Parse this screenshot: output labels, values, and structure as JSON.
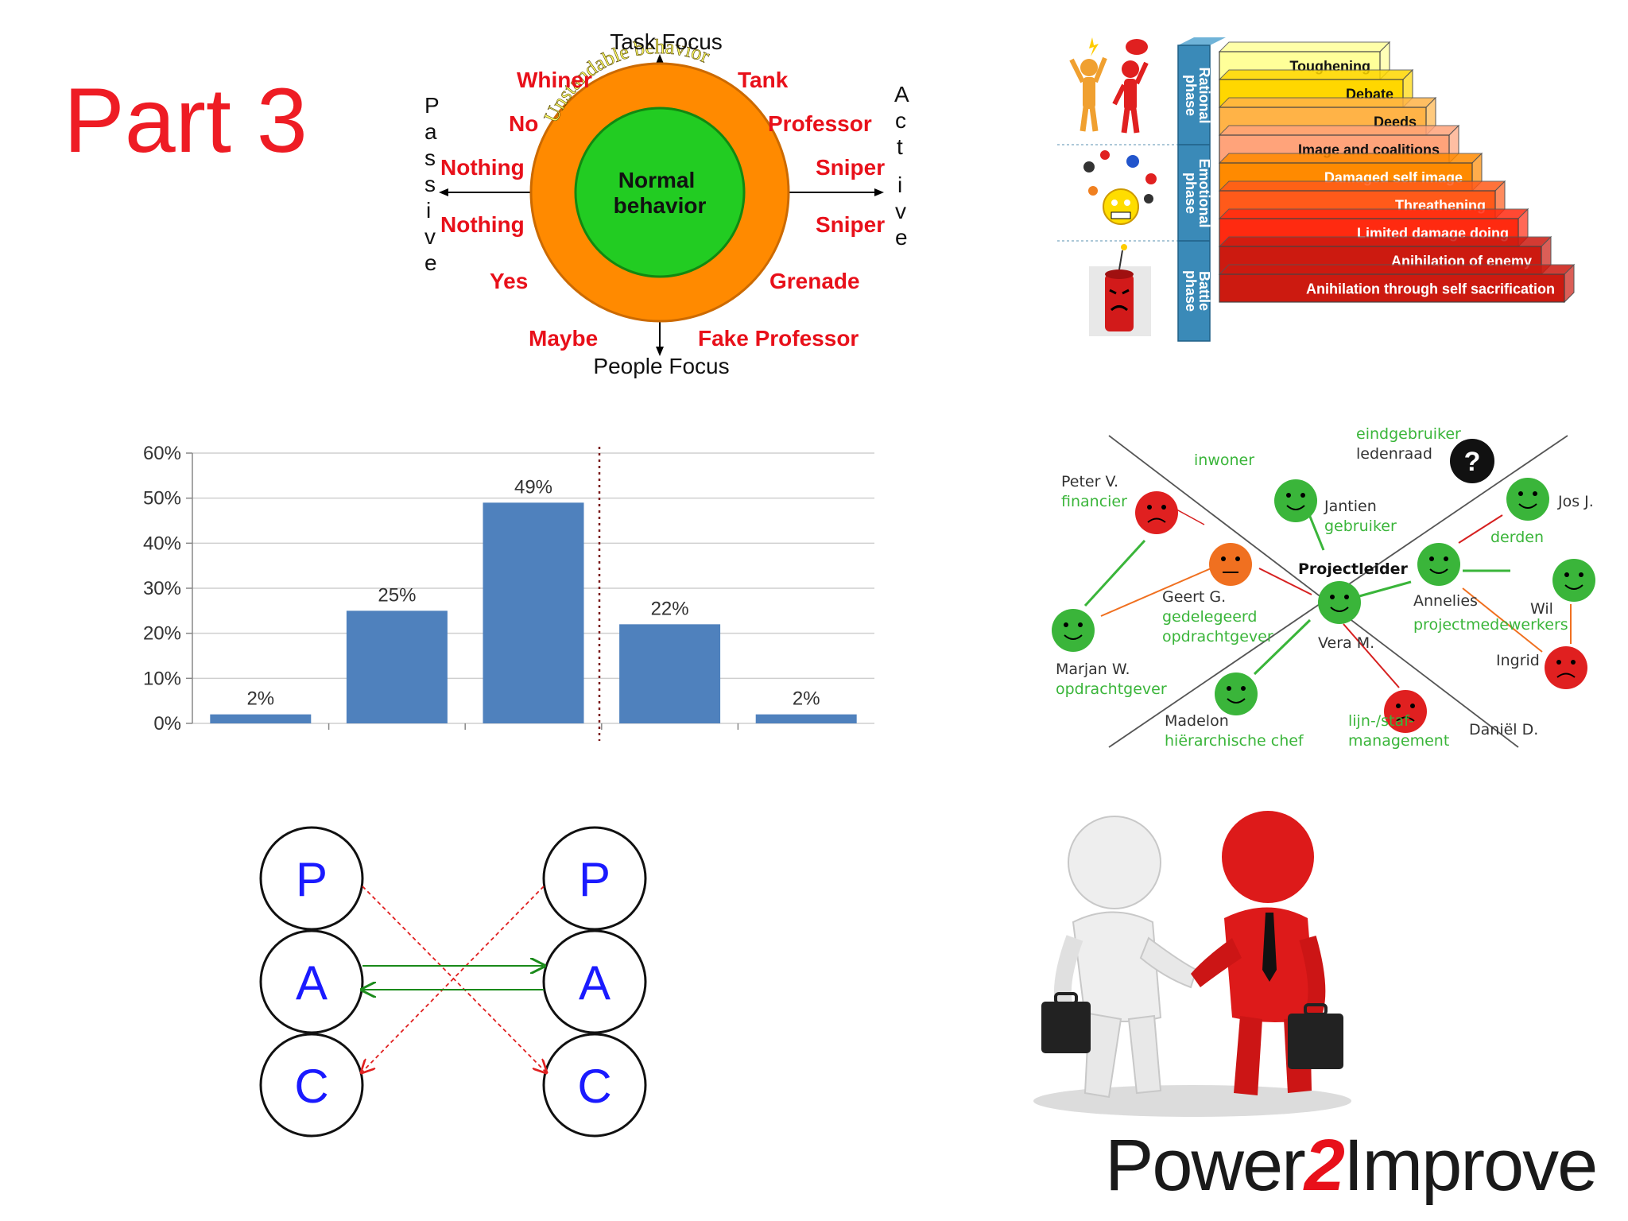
{
  "slide_title": "Part 3",
  "behavior_diagram": {
    "top_axis": "Task Focus",
    "bottom_axis": "People Focus",
    "left_axis": "Passive",
    "right_axis": "Active",
    "outer_ring": "Unstandable behavior",
    "inner_circle_line1": "Normal",
    "inner_circle_line2": "behavior",
    "labels": {
      "whiner": "Whiner",
      "tank": "Tank",
      "no": "No",
      "professor": "Professor",
      "nothing_1": "Nothing",
      "sniper_1": "Sniper",
      "nothing_2": "Nothing",
      "sniper_2": "Sniper",
      "yes": "Yes",
      "grenade": "Grenade",
      "maybe": "Maybe",
      "fake_professor": "Fake Professor"
    }
  },
  "escalation_staircase": {
    "phases": [
      "Rational phase",
      "Emotional phase",
      "Battle phase"
    ],
    "steps": [
      {
        "label": "Toughening",
        "color": "#ffff99"
      },
      {
        "label": "Debate",
        "color": "#ffd700"
      },
      {
        "label": "Deeds",
        "color": "#ffb347"
      },
      {
        "label": "Image and coalitions",
        "color": "#ffa37a"
      },
      {
        "label": "Damaged self image",
        "color": "#ff8a00"
      },
      {
        "label": "Threathening",
        "color": "#ff5a1a"
      },
      {
        "label": "Limited damage doing",
        "color": "#ff2a10"
      },
      {
        "label": "Anihilation of enemy",
        "color": "#cc1a10"
      },
      {
        "label": "Anihilation through self sacrification",
        "color": "#cc1a10"
      }
    ]
  },
  "chart_data": {
    "type": "bar",
    "categories": [
      "",
      "",
      "",
      "",
      ""
    ],
    "values": [
      2,
      25,
      49,
      22,
      2
    ],
    "value_labels": [
      "2%",
      "25%",
      "49%",
      "22%",
      "2%"
    ],
    "ylim": [
      0,
      60
    ],
    "yticks": [
      "0%",
      "10%",
      "20%",
      "30%",
      "40%",
      "50%",
      "60%"
    ],
    "bar_color": "#4f81bd",
    "grid": true
  },
  "stakeholder_map": {
    "center": "Projectleider",
    "people": {
      "peter": "Peter V.",
      "peter_role": "financier",
      "inwoner": "inwoner",
      "eindgebruiker": "eindgebruiker",
      "ledenraad": "ledenraad",
      "jantien": "Jantien",
      "jantien_role": "gebruiker",
      "jos": "Jos J.",
      "derden": "derden",
      "geert": "Geert G.",
      "geert_role1": "gedelegeerd",
      "geert_role2": "opdrachtgever",
      "marjan": "Marjan W.",
      "marjan_role": "opdrachtgever",
      "vera": "Vera M.",
      "annelies": "Annelies",
      "wil": "Wil",
      "projectmedewerkers": "projectmedewerkers",
      "ingrid": "Ingrid",
      "madelon": "Madelon",
      "madelon_role": "hiërarchische chef",
      "lijn1": "lijn-/staf-",
      "lijn2": "management",
      "daniel": "Daniël D.",
      "question": "?"
    }
  },
  "pac_diagram": {
    "left": [
      "P",
      "A",
      "C"
    ],
    "right": [
      "P",
      "A",
      "C"
    ]
  },
  "logo": {
    "part1": "Power",
    "part2": "2",
    "part3": "Improve"
  }
}
